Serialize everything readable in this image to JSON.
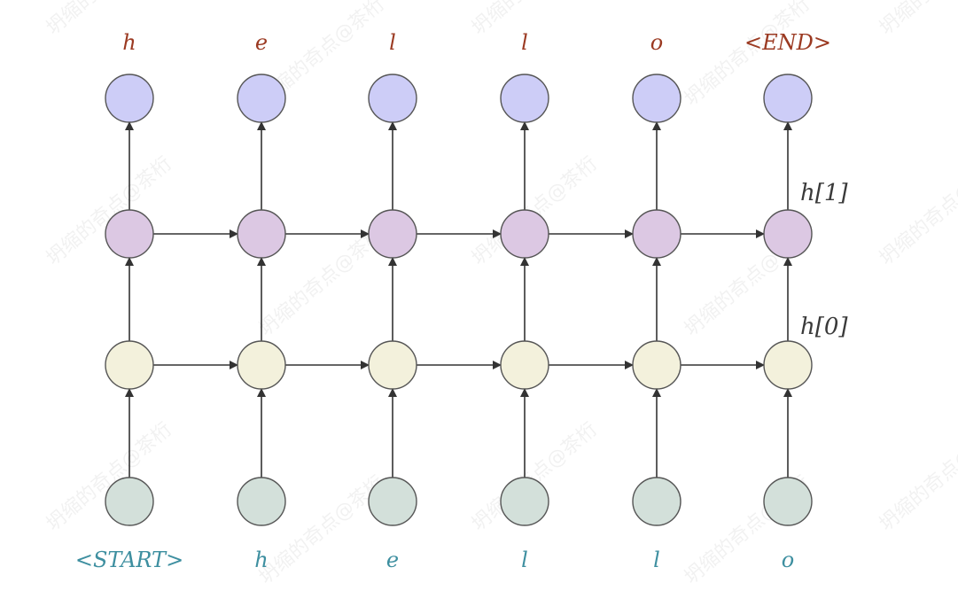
{
  "diagram": {
    "output_labels": [
      "h",
      "e",
      "l",
      "l",
      "o",
      "<END>"
    ],
    "input_labels": [
      "<START>",
      "h",
      "e",
      "l",
      "l",
      "o"
    ],
    "layer_labels": {
      "hidden_1": "h[1]",
      "hidden_0": "h[0]"
    },
    "colors": {
      "output_node": "#cdcdf7",
      "hidden_1_node": "#dcc8e3",
      "hidden_0_node": "#f3f1dc",
      "input_node": "#d3e0da",
      "node_stroke": "#555555",
      "arrow": "#333333",
      "output_text": "#9b3a22",
      "input_text": "#3e8fa0"
    }
  },
  "watermark": {
    "text": "坍缩的奇点@茶桁"
  }
}
